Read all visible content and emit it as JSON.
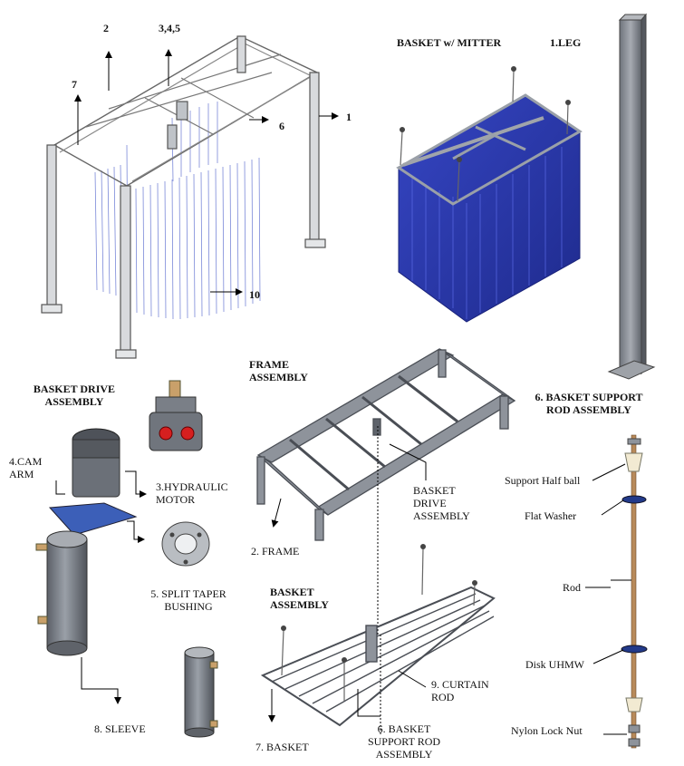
{
  "labels": {
    "top_callout_2": "2",
    "top_callout_345": "3,4,5",
    "top_callout_7": "7",
    "top_callout_6": "6",
    "top_callout_1": "1",
    "top_callout_10": "10",
    "basket_mitter": "BASKET w/ MITTER",
    "leg": "1.LEG",
    "basket_drive_assembly": "BASKET DRIVE\nASSEMBLY",
    "frame_assembly": "FRAME\nASSEMBLY",
    "support_rod_assembly": "6. BASKET SUPPORT\nROD ASSEMBLY",
    "cam_arm": "4.CAM\nARM",
    "hydraulic_motor": "3.HYDRAULIC\nMOTOR",
    "basket_drive_sub": "BASKET\nDRIVE\nASSEMBLY",
    "frame": "2. FRAME",
    "split_taper_bushing": "5. SPLIT TAPER\nBUSHING",
    "basket_assembly": "BASKET\nASSEMBLY",
    "sleeve": "8. SLEEVE",
    "curtain_rod": "9. CURTAIN\nROD",
    "basket": "7. BASKET",
    "basket_support_rod_sub": "6. BASKET\nSUPPORT ROD\nASSEMBLY",
    "support_half_ball": "Support Half ball",
    "flat_washer": "Flat Washer",
    "rod": "Rod",
    "disk_uhmw": "Disk UHMW",
    "nylon_lock_nut": "Nylon Lock Nut"
  },
  "colors": {
    "steel": "#8e939b",
    "steel_dark": "#5e636b",
    "curtain_blue": "#2f3db0",
    "curtain_line": "#4a5be0",
    "washer": "#223a8a",
    "nylon": "#f2ead2",
    "bronze": "#b07a48"
  }
}
